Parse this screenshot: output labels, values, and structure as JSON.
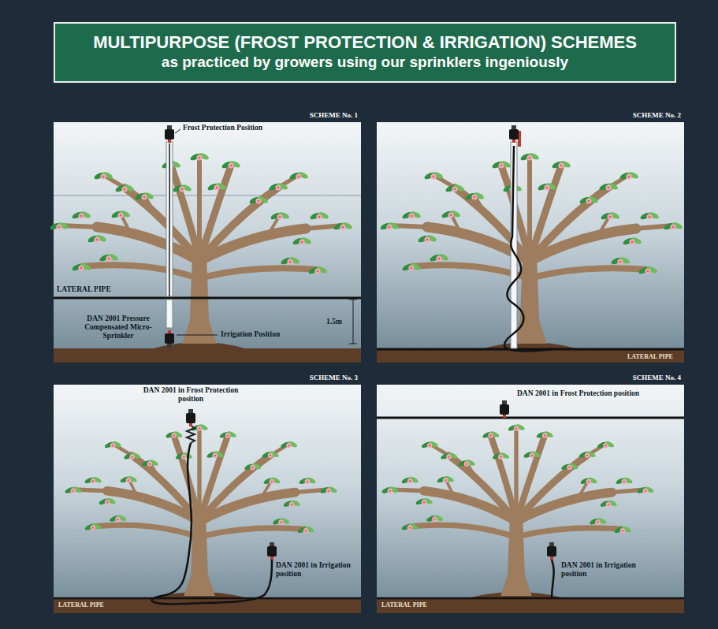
{
  "diagram": {
    "title": "MULTIPURPOSE (FROST PROTECTION & IRRIGATION) SCHEMES",
    "nodes": [
      {
        "text": [
          "SCHEME No. 1"
        ]
      },
      {
        "text": [
          "SCHEME No. 2"
        ]
      },
      {
        "text": [
          "SCHEME No. 3"
        ]
      },
      {
        "text": [
          "SCHEME No. 4"
        ]
      }
    ],
    "labels": [
      "as practiced by growers using our sprinklers ingeniously",
      "Frost Protection Position",
      "LATERAL PIPE",
      "1.5m",
      "DAN 2001 Pressure Compensated Micro-Sprinkler",
      "Irrigation Position",
      "LATERAL PIPE",
      "DAN 2001 in Frost Protection position",
      "DAN 2001 in Irrigation position",
      "LATERAL PIPE",
      "DAN 2001 in Frost Protection position",
      "DAN 2001 in Irrigation position",
      "LATERAL PIPE"
    ]
  }
}
